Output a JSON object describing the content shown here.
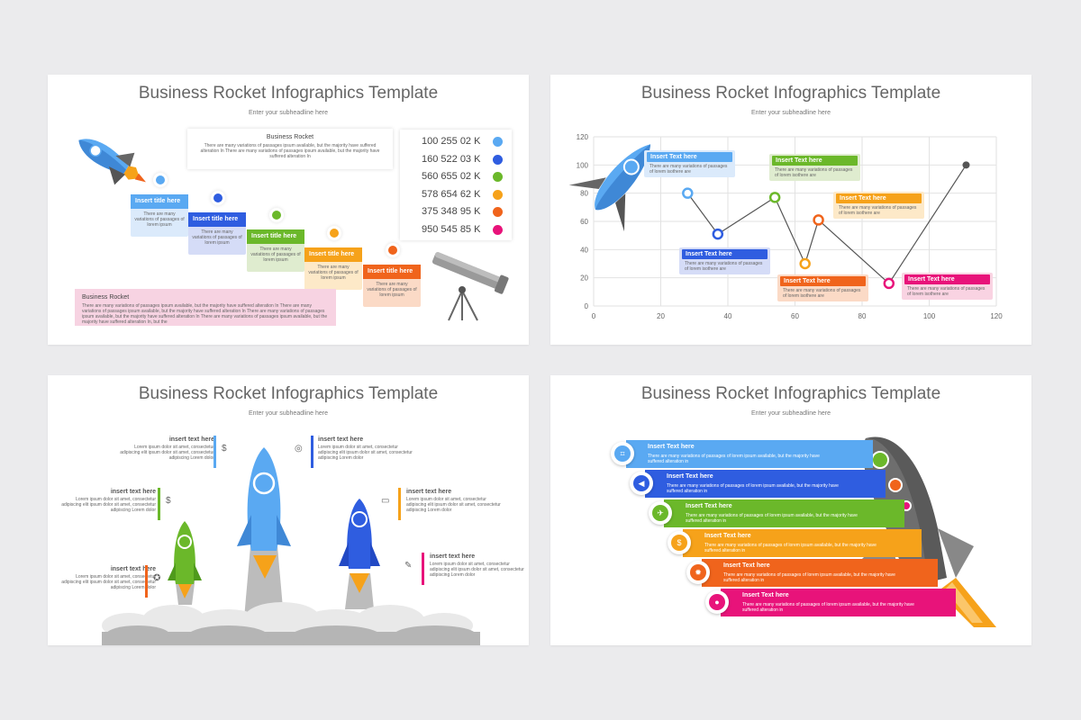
{
  "title": "Business Rocket Infographics Template",
  "subtitle": "Enter your subheadline here",
  "colors": {
    "blue_light": "#5aa9f2",
    "blue": "#2f5de0",
    "green": "#6bb82a",
    "orange": "#f6a21a",
    "red_orange": "#f0641c",
    "pink": "#e8137a"
  },
  "slide1": {
    "top_box": {
      "heading": "Business Rocket",
      "body": "There are many variations of passages ipsum available, but the majority have suffered alteration In There are many variations of passages ipsum available, but the majority have suffered alteration In"
    },
    "bottom_box": {
      "heading": "Business Rocket",
      "body": "There are many variations of passages ipsum available, but the majority have suffered alteration In There are many variations of passages ipsum available, but the majority have suffered alteration In There are many variations of passages ipsum available, but the majority have suffered alteration In There are many variations of passages ipsum available, but the majority have suffered alteration In, but the"
    },
    "steps": [
      {
        "title": "Insert title here",
        "body": "There are many variations of passages of lorem ipsum"
      },
      {
        "title": "Insert title here",
        "body": "There are many variations of passages of lorem ipsum"
      },
      {
        "title": "Insert title here",
        "body": "There are many variations of passages of lorem ipsum"
      },
      {
        "title": "Insert title here",
        "body": "There are many variations of passages of lorem ipsum"
      },
      {
        "title": "Insert title here",
        "body": "There are many variations of passages of lorem ipsum"
      }
    ],
    "values": [
      "100 255 02 K",
      "160 522 03 K",
      "560 655 02 K",
      "578 654 62 K",
      "375 348 95 K",
      "950 545 85 K"
    ]
  },
  "slide2": {
    "chart_data": {
      "type": "line",
      "title": "Business Rocket Infographics Template",
      "xlim": [
        0,
        120
      ],
      "ylim": [
        0,
        120
      ],
      "x_ticks": [
        "0",
        "20",
        "40",
        "60",
        "80",
        "100",
        "120"
      ],
      "y_ticks": [
        "0",
        "20",
        "40",
        "60",
        "80",
        "100",
        "120"
      ],
      "x": [
        28,
        37,
        54,
        63,
        67,
        88,
        111
      ],
      "y": [
        80,
        51,
        77,
        30,
        61,
        16,
        100
      ],
      "grid": true
    },
    "labels": [
      {
        "title": "Insert Text here",
        "body": "There are many variations of passages of lorem isothere are"
      },
      {
        "title": "Insert Text here",
        "body": "There are many variations of passages of lorem isothere are"
      },
      {
        "title": "Insert Text here",
        "body": "There are many variations of passages of lorem isothere are"
      },
      {
        "title": "Insert Text here",
        "body": "There are many variations of passages of lorem isothere are"
      },
      {
        "title": "Insert Text here",
        "body": "There are many variations of passages of lorem isothere are"
      },
      {
        "title": "Insert Text here",
        "body": "There are many variations of passages of lorem isothere are"
      }
    ]
  },
  "slide3": {
    "items": [
      {
        "title": "insert text here",
        "body": "Lorem ipsum dolor sit amet, consectetur adipiscing elit ipsum dolor sit amet, consectetur adipiscing Lorem dolor"
      },
      {
        "title": "insert text here",
        "body": "Lorem ipsum dolor sit amet, consectetur adipiscing elit ipsum dolor sit amet, consectetur adipiscing Lorem dolor"
      },
      {
        "title": "insert text here",
        "body": "Lorem ipsum dolor sit amet, consectetur adipiscing elit ipsum dolor sit amet, consectetur adipiscing Lorem dolor"
      },
      {
        "title": "insert text here",
        "body": "Lorem ipsum dolor sit amet, consectetur adipiscing elit ipsum dolor sit amet, consectetur adipiscing Lorem dolor"
      },
      {
        "title": "insert text here",
        "body": "Lorem ipsum dolor sit amet, consectetur adipiscing elit ipsum dolor sit amet, consectetur adipiscing Lorem dolor"
      },
      {
        "title": "insert text here",
        "body": "Lorem ipsum dolor sit amet, consectetur adipiscing elit ipsum dolor sit amet, consectetur adipiscing Lorem dolor"
      }
    ]
  },
  "slide4": {
    "bands": [
      {
        "title": "Insert Text here",
        "body": "There are many variations of passages of lorem ipsum available, but the majority have suffered alteration in",
        "icon": "crop-icon"
      },
      {
        "title": "Insert Text here",
        "body": "There are many variations of passages of lorem ipsum available, but the majority have suffered alteration in",
        "icon": "megaphone-icon"
      },
      {
        "title": "Insert Text here",
        "body": "There are many variations of passages of lorem ipsum available, but the majority have suffered alteration in",
        "icon": "plane-icon"
      },
      {
        "title": "Insert Text here",
        "body": "There are many variations of passages of lorem ipsum available, but the majority have suffered alteration in",
        "icon": "coins-icon"
      },
      {
        "title": "Insert Text here",
        "body": "There are many variations of passages of lorem ipsum available, but the majority have suffered alteration in",
        "icon": "gear-icon"
      },
      {
        "title": "Insert Text here",
        "body": "There are many variations of passages of lorem ipsum available, but the majority have suffered alteration in",
        "icon": "lightbulb-icon"
      }
    ]
  }
}
